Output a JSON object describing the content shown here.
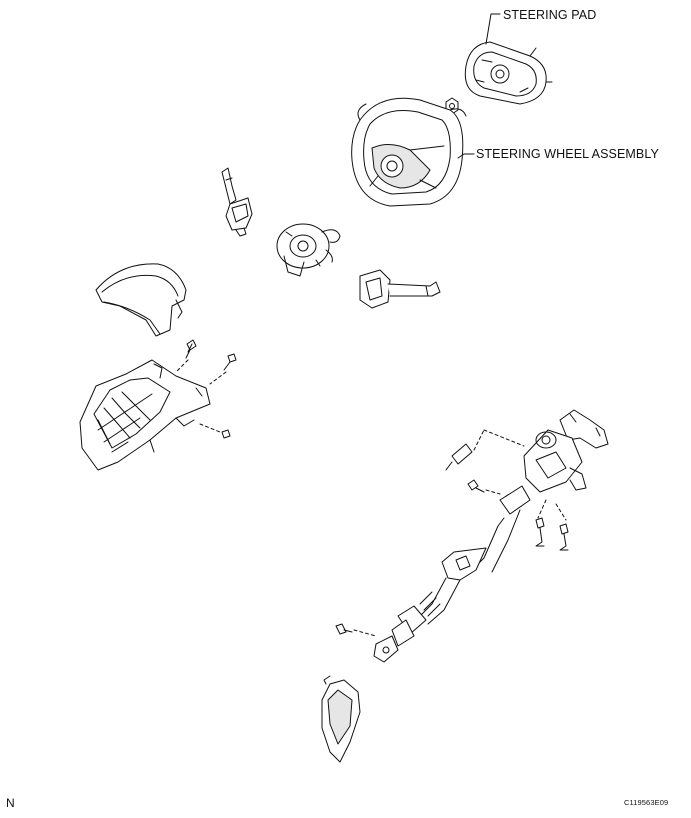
{
  "labels": {
    "steering_pad": "STEERING PAD",
    "steering_wheel_assembly": "STEERING WHEEL ASSEMBLY",
    "view_marker": "N",
    "figure_code": "C119563E09"
  },
  "colors": {
    "line": "#111111",
    "shade": "#dcdcdc",
    "background": "#ffffff"
  }
}
